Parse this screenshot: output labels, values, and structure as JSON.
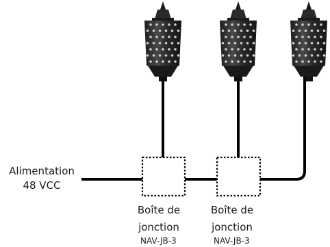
{
  "power_supply": {
    "line1": "Alimentation",
    "line2": "48 VCC"
  },
  "junction_boxes": [
    {
      "line1": "Boîte de",
      "line2": "jonction",
      "model": "NAV-JB-3"
    },
    {
      "line1": "Boîte de",
      "line2": "jonction",
      "model": "NAV-JB-3"
    }
  ],
  "devices": [
    {
      "icon": "spiked-beacon-icon"
    },
    {
      "icon": "spiked-beacon-icon"
    },
    {
      "icon": "spiked-beacon-icon"
    }
  ],
  "colors": {
    "wire": "#000000",
    "device_body": "#2b2b2b",
    "device_studs": "#d0d0d0",
    "junction_outline": "#000000"
  }
}
